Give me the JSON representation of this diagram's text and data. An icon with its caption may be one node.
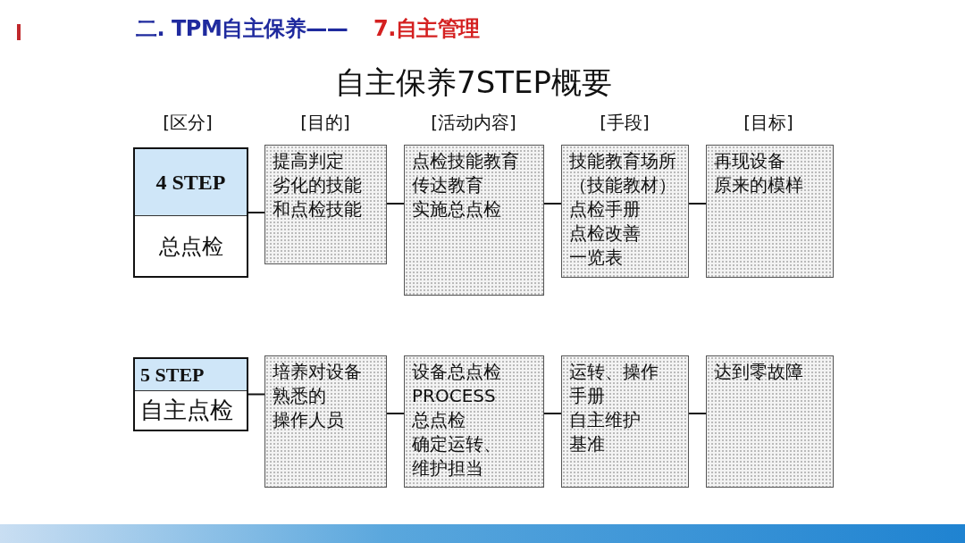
{
  "diagram": {
    "title": "自主保养7STEP概要",
    "nodes": [
      {
        "text": [
          "4 STEP",
          "总点检"
        ]
      },
      {
        "text": [
          "提高判定",
          "劣化的技能",
          "和点检技能"
        ]
      },
      {
        "text": [
          "点检技能教育",
          "传达教育",
          "实施总点检"
        ]
      },
      {
        "text": [
          "技能教育场所",
          "（技能教材）",
          "点检手册",
          "点检改善",
          "一览表"
        ]
      },
      {
        "text": [
          "再现设备",
          "原来的模样"
        ]
      },
      {
        "text": [
          "5 STEP",
          "自主点检"
        ]
      },
      {
        "text": [
          "培养对设备",
          "熟悉的",
          "操作人员"
        ]
      },
      {
        "text": [
          "设备总点检",
          "PROCESS",
          "总点检",
          "确定运转、",
          "维护担当"
        ]
      },
      {
        "text": [
          "运转、操作",
          "手册",
          "自主维护",
          "基准"
        ]
      },
      {
        "text": [
          "达到零故障"
        ]
      }
    ],
    "edges": [
      {
        "from": 0,
        "to": 1,
        "arrow": "none"
      },
      {
        "from": 1,
        "to": 2,
        "arrow": "none"
      },
      {
        "from": 2,
        "to": 3,
        "arrow": "none"
      },
      {
        "from": 3,
        "to": 4,
        "arrow": "none"
      },
      {
        "from": 5,
        "to": 6,
        "arrow": "none"
      },
      {
        "from": 6,
        "to": 7,
        "arrow": "none"
      },
      {
        "from": 7,
        "to": 8,
        "arrow": "none"
      },
      {
        "from": 8,
        "to": 9,
        "arrow": "none"
      }
    ],
    "labels": [
      "二. TPM自主保养——",
      "7.自主管理",
      "[区分]",
      "[目的]",
      "[活动内容]",
      "[手段]",
      "[目标]"
    ]
  }
}
